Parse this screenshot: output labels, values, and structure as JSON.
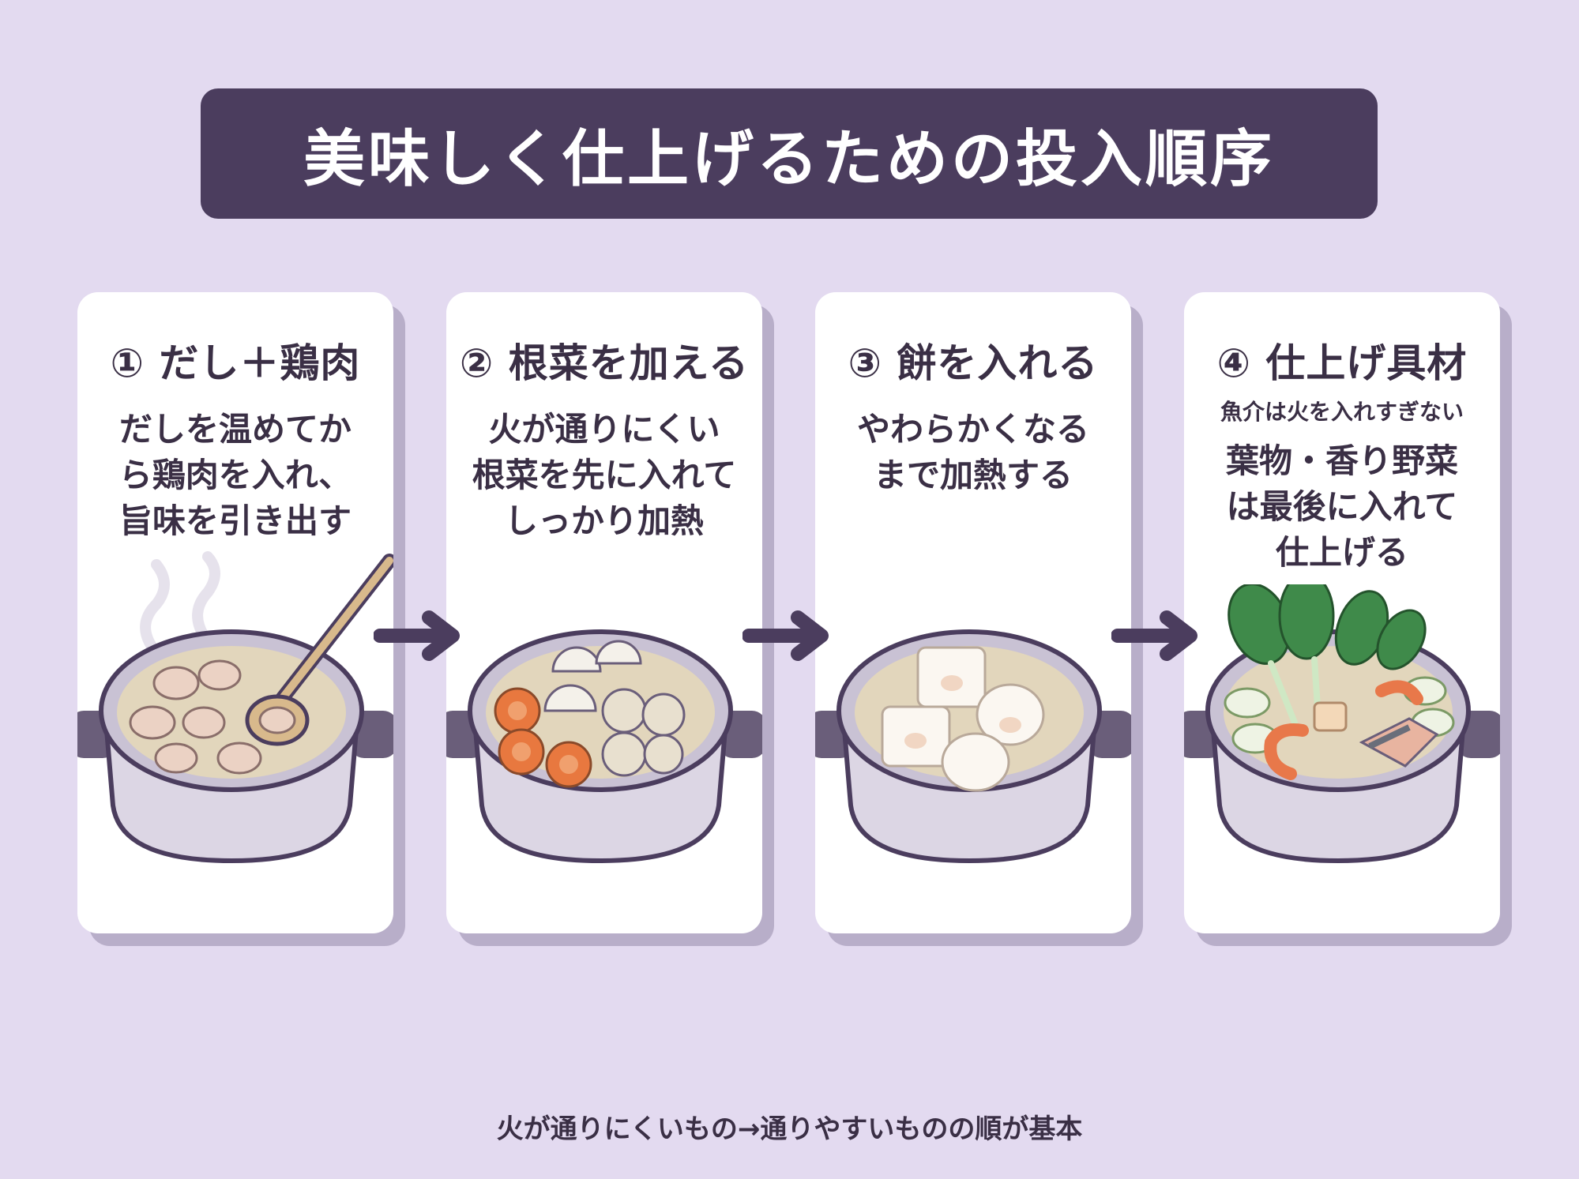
{
  "title": "美味しく仕上げるための投入順序",
  "steps": [
    {
      "heading": "① だし＋鶏肉",
      "body_lines": [
        "だしを温めてか",
        "ら鶏肉を入れ、",
        "旨味を引き出す"
      ]
    },
    {
      "heading": "② 根菜を加える",
      "body_lines": [
        "火が通りにくい",
        "根菜を先に入れて",
        "しっかり加熱"
      ]
    },
    {
      "heading": "③ 餅を入れる",
      "body_lines": [
        "やわらかくなる",
        "まで加熱する"
      ]
    },
    {
      "heading": "④ 仕上げ具材",
      "note": "魚介は火を入れすぎない",
      "body_lines": [
        "葉物・香り野菜",
        "は最後に入れて",
        "仕上げる"
      ]
    }
  ],
  "footer": "火が通りにくいもの→通りやすいものの順が基本",
  "colors": {
    "background": "#e3daf0",
    "banner": "#4b3d5e",
    "card": "#ffffff",
    "arrow": "#4b3d5e",
    "text": "#3a2f45"
  }
}
